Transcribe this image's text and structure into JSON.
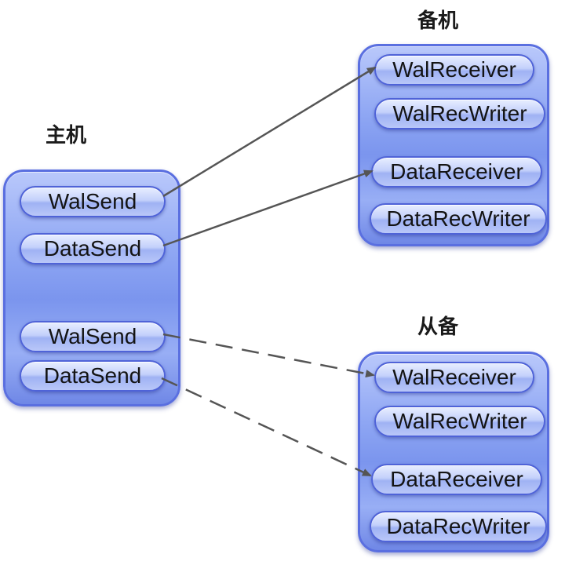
{
  "primary": {
    "title": "主机",
    "items": [
      "WalSend",
      "DataSend",
      "WalSend",
      "DataSend"
    ]
  },
  "standby": {
    "title": "备机",
    "items": [
      "WalReceiver",
      "WalRecWriter",
      "DataReceiver",
      "DataRecWriter"
    ]
  },
  "secondary": {
    "title": "从备",
    "items": [
      "WalReceiver",
      "WalRecWriter",
      "DataReceiver",
      "DataRecWriter"
    ]
  },
  "colors": {
    "arrow": "#555555",
    "node_border": "#5a6fe0"
  }
}
